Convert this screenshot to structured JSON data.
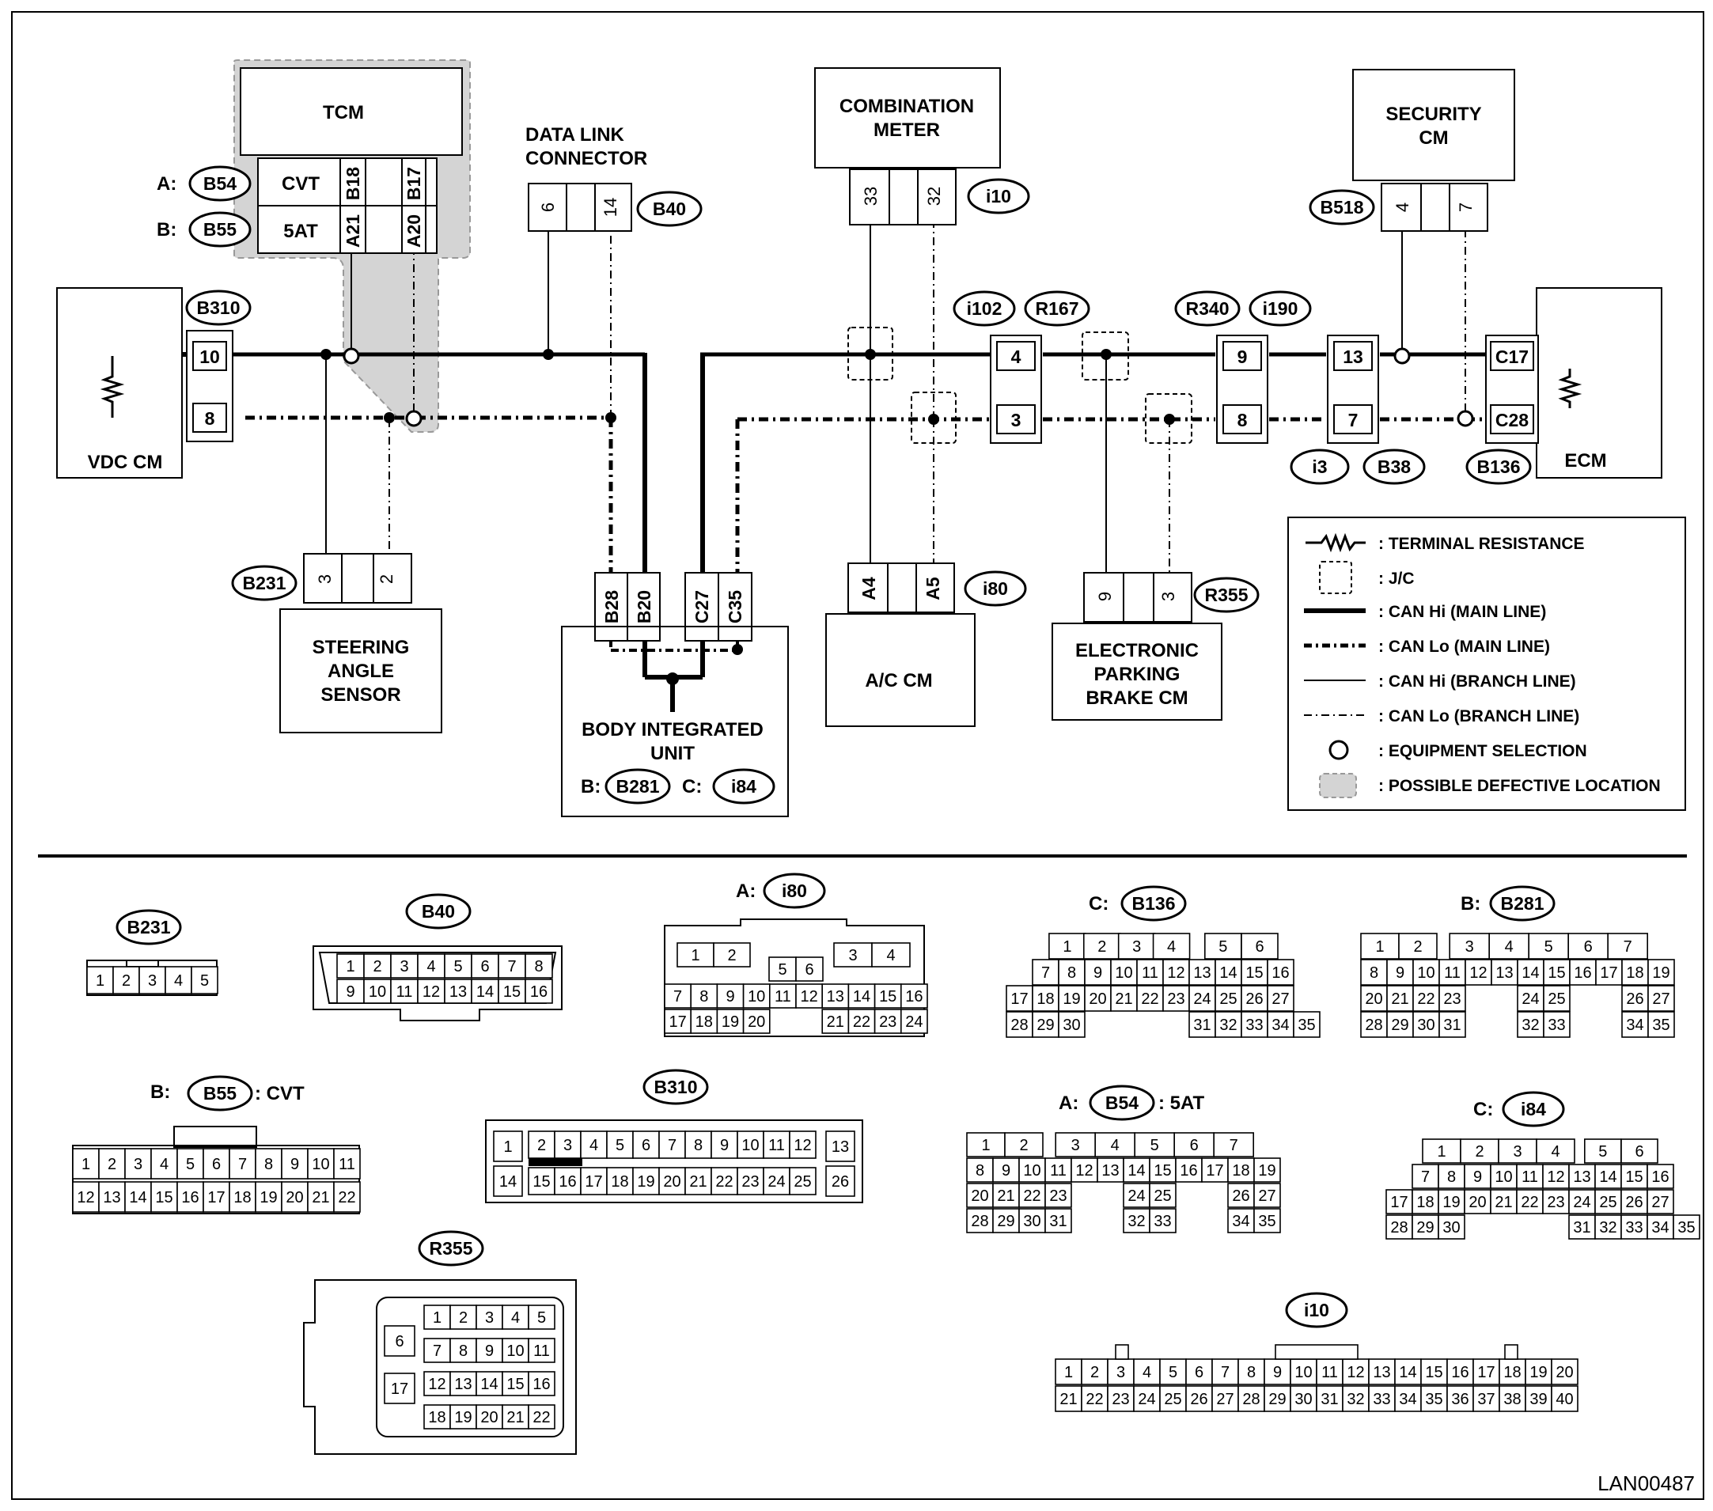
{
  "diagram_id": "LAN00487",
  "modules": {
    "tcm": "TCM",
    "vdc_cm": "VDC CM",
    "combination_meter": [
      "COMBINATION",
      "METER"
    ],
    "security_cm": [
      "SECURITY",
      "CM"
    ],
    "ecm": "ECM",
    "steering_angle_sensor": [
      "STEERING",
      "ANGLE",
      "SENSOR"
    ],
    "body_integrated_unit": [
      "BODY INTEGRATED",
      "UNIT"
    ],
    "ac_cm": "A/C CM",
    "electronic_parking_brake_cm": [
      "ELECTRONIC",
      "PARKING",
      "BRAKE CM"
    ],
    "data_link_connector": [
      "DATA LINK",
      "CONNECTOR"
    ]
  },
  "tcm_rows": [
    {
      "prefix": "A:",
      "connector": "B54",
      "type": "CVT",
      "hi": "B18",
      "lo": "B17"
    },
    {
      "prefix": "B:",
      "connector": "B55",
      "type": "5AT",
      "hi": "A21",
      "lo": "A20"
    }
  ],
  "connectors": {
    "vdc": {
      "id": "B310",
      "hi": "10",
      "lo": "8"
    },
    "dlc": {
      "id": "B40",
      "hi": "6",
      "lo": "14"
    },
    "meter": {
      "id": "i10",
      "hi": "33",
      "lo": "32"
    },
    "security": {
      "id": "B518",
      "hi": "4",
      "lo": "7"
    },
    "steering": {
      "id": "B231",
      "hi": "3",
      "lo": "2"
    },
    "body_unit": {
      "pins": [
        "B28",
        "B20",
        "C27",
        "C35"
      ],
      "b_prefix": "B:",
      "b_id": "B281",
      "c_prefix": "C:",
      "c_id": "i84"
    },
    "ac": {
      "id": "i80",
      "hi": "A4",
      "lo": "A5"
    },
    "epb": {
      "id": "R355",
      "hi": "9",
      "lo": "3"
    },
    "jc1": {
      "id1": "i102",
      "id2": "R167",
      "hi": "4",
      "lo": "3"
    },
    "jc2": {
      "id1": "R340",
      "id2": "i190",
      "hi": "9",
      "lo": "8"
    },
    "jc3": {
      "id1": "i3",
      "id2": "B38",
      "hi": "13",
      "lo": "7"
    },
    "ecm": {
      "id": "B136",
      "hi": "C17",
      "lo": "C28"
    }
  },
  "legend": [
    ": TERMINAL RESISTANCE",
    ": J/C",
    ": CAN Hi (MAIN LINE)",
    ": CAN Lo (MAIN LINE)",
    ": CAN Hi (BRANCH LINE)",
    ": CAN Lo (BRANCH LINE)",
    ": EQUIPMENT SELECTION",
    ": POSSIBLE DEFECTIVE LOCATION"
  ],
  "faces": {
    "B231": {
      "title": "B231",
      "pins": [
        "1",
        "2",
        "3",
        "4",
        "5"
      ]
    },
    "B40": {
      "title": "B40",
      "row1": [
        "1",
        "2",
        "3",
        "4",
        "5",
        "6",
        "7",
        "8"
      ],
      "row2": [
        "9",
        "10",
        "11",
        "12",
        "13",
        "14",
        "15",
        "16"
      ]
    },
    "i80": {
      "prefix": "A:",
      "title": "i80"
    },
    "B136": {
      "prefix": "C:",
      "title": "B136"
    },
    "B281": {
      "prefix": "B:",
      "title": "B281"
    },
    "B55": {
      "prefix": "B:",
      "title": "B55",
      "suffix": ": CVT"
    },
    "B310": {
      "title": "B310"
    },
    "B54": {
      "prefix": "A:",
      "title": "B54",
      "suffix": ": 5AT"
    },
    "i84": {
      "prefix": "C:",
      "title": "i84"
    },
    "R355": {
      "title": "R355"
    },
    "i10": {
      "title": "i10"
    }
  }
}
